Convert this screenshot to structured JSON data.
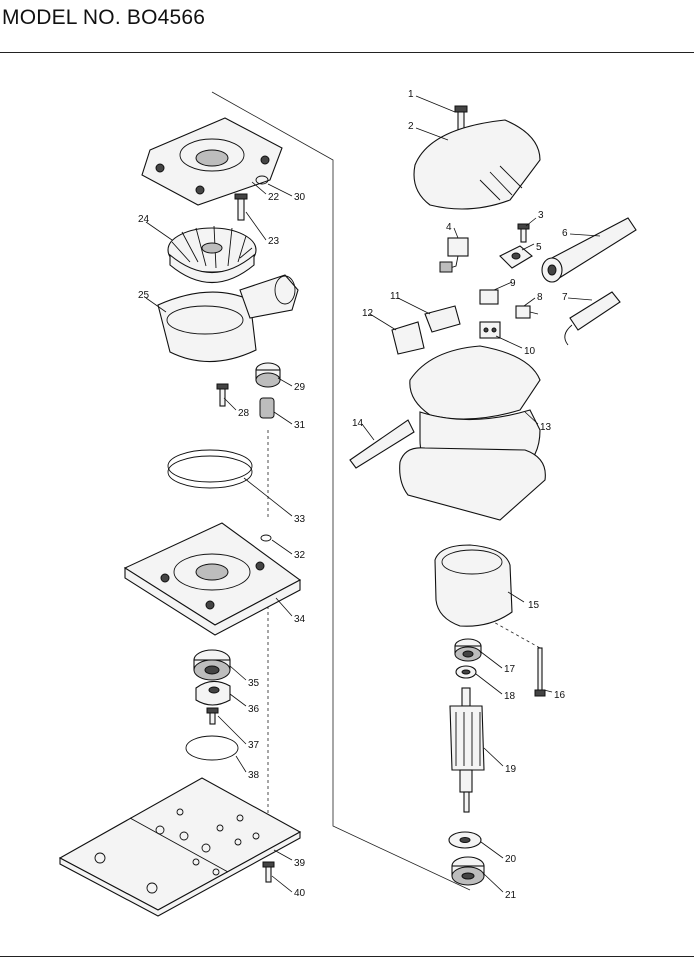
{
  "header": {
    "title": "MODEL NO. BO4566"
  },
  "parts": [
    {
      "no": "1"
    },
    {
      "no": "2"
    },
    {
      "no": "3"
    },
    {
      "no": "4"
    },
    {
      "no": "5"
    },
    {
      "no": "6"
    },
    {
      "no": "7"
    },
    {
      "no": "8"
    },
    {
      "no": "9"
    },
    {
      "no": "10"
    },
    {
      "no": "11"
    },
    {
      "no": "12"
    },
    {
      "no": "13"
    },
    {
      "no": "14"
    },
    {
      "no": "15"
    },
    {
      "no": "16"
    },
    {
      "no": "17"
    },
    {
      "no": "18"
    },
    {
      "no": "19"
    },
    {
      "no": "20"
    },
    {
      "no": "21"
    },
    {
      "no": "22"
    },
    {
      "no": "23"
    },
    {
      "no": "24"
    },
    {
      "no": "25"
    },
    {
      "no": "28"
    },
    {
      "no": "29"
    },
    {
      "no": "30"
    },
    {
      "no": "31"
    },
    {
      "no": "32"
    },
    {
      "no": "33"
    },
    {
      "no": "34"
    },
    {
      "no": "35"
    },
    {
      "no": "36"
    },
    {
      "no": "37"
    },
    {
      "no": "38"
    },
    {
      "no": "39"
    },
    {
      "no": "40"
    }
  ]
}
